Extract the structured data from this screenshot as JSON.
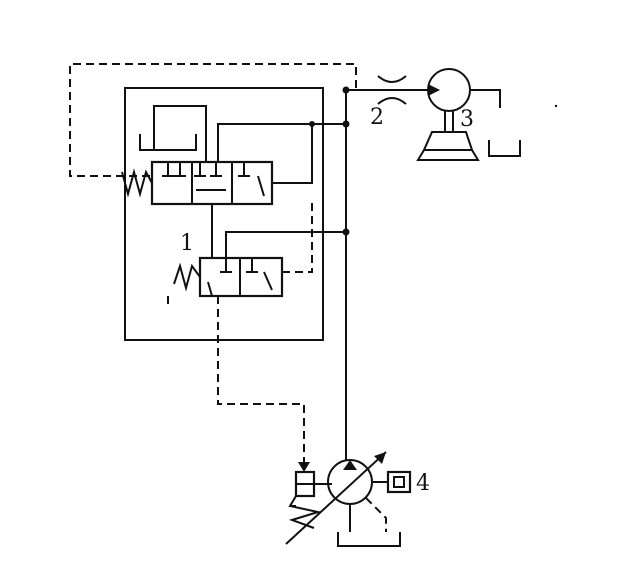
{
  "labels": {
    "valve": "1",
    "throttle": "2",
    "motor": "3",
    "pump": "4"
  },
  "colors": {
    "line": "#111111",
    "background": "#ffffff"
  }
}
